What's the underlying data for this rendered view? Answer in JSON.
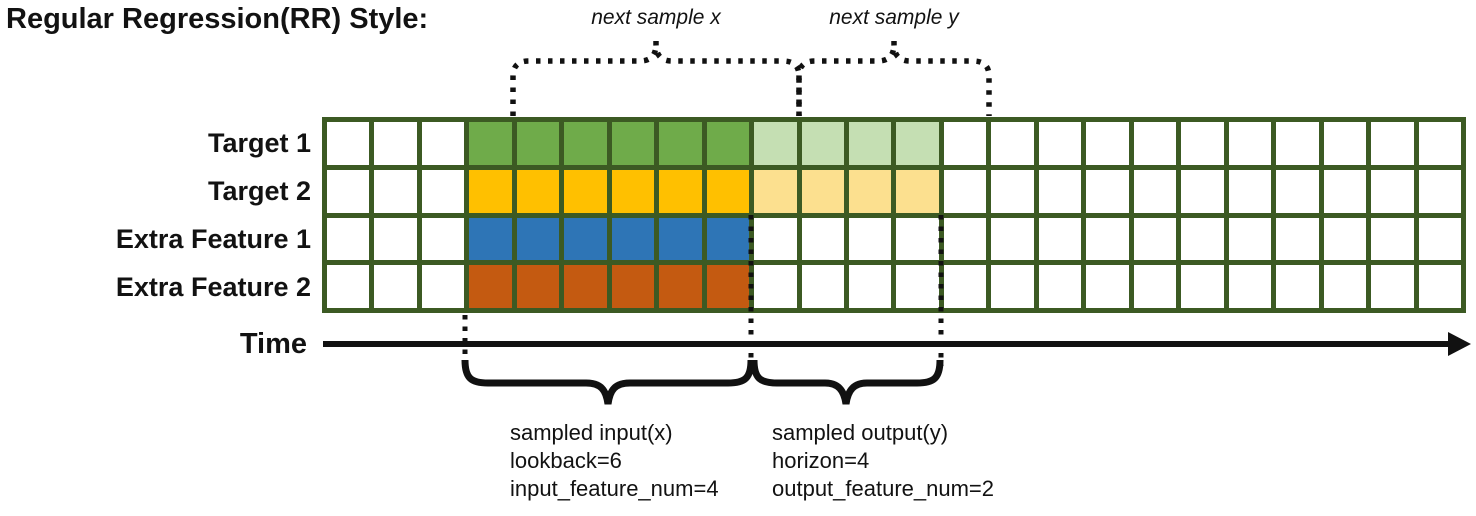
{
  "title": "Regular Regression(RR) Style:",
  "top_annotations": {
    "next_sample_x": "next sample x",
    "next_sample_y": "next sample y"
  },
  "grid": {
    "total_columns": 24,
    "leading_empty_columns": 3,
    "lookback": 6,
    "horizon": 4,
    "border_color": "#3c5a23",
    "empty_cell_color": "#ffffff",
    "rows": [
      {
        "label": "Target 1",
        "input_color": "#6fab4a",
        "output_color": "#c5dfb3"
      },
      {
        "label": "Target 2",
        "input_color": "#ffc000",
        "output_color": "#fce08f"
      },
      {
        "label": "Extra Feature 1",
        "input_color": "#2e75b6",
        "output_color": null
      },
      {
        "label": "Extra Feature 2",
        "input_color": "#c45a11",
        "output_color": null
      }
    ]
  },
  "time_axis": {
    "label": "Time"
  },
  "bottom_annotations": {
    "input": {
      "lines": [
        "sampled input(x)",
        "lookback=6",
        "input_feature_num=4"
      ]
    },
    "output": {
      "lines": [
        "sampled output(y)",
        "horizon=4",
        "output_feature_num=2"
      ]
    }
  },
  "annotation_color": "#111111"
}
